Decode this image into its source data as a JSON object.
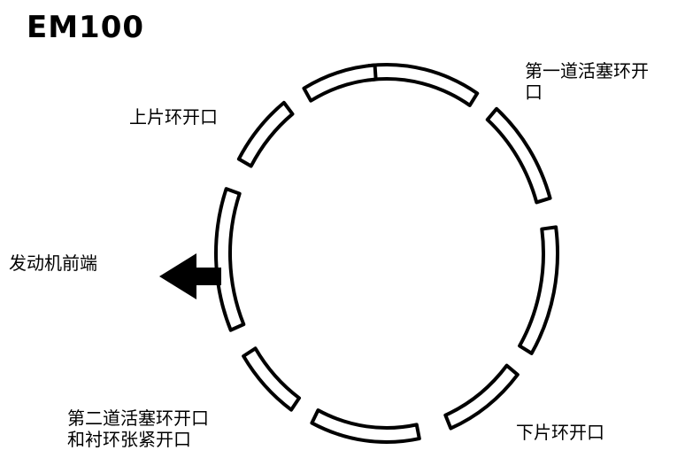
{
  "title": "EM100",
  "labels": {
    "first_ring_gap": [
      "第一道活塞环开",
      "口"
    ],
    "upper_rail_gap": "上片环开口",
    "engine_front": "发动机前端",
    "second_ring_gap": [
      "第二道活塞环开口",
      "和衬环张紧开口"
    ],
    "lower_rail_gap": "下片环开口"
  },
  "colors": {
    "stroke": "#000000",
    "background": "#ffffff"
  },
  "icons": {
    "arrow": "arrow-left-icon"
  }
}
